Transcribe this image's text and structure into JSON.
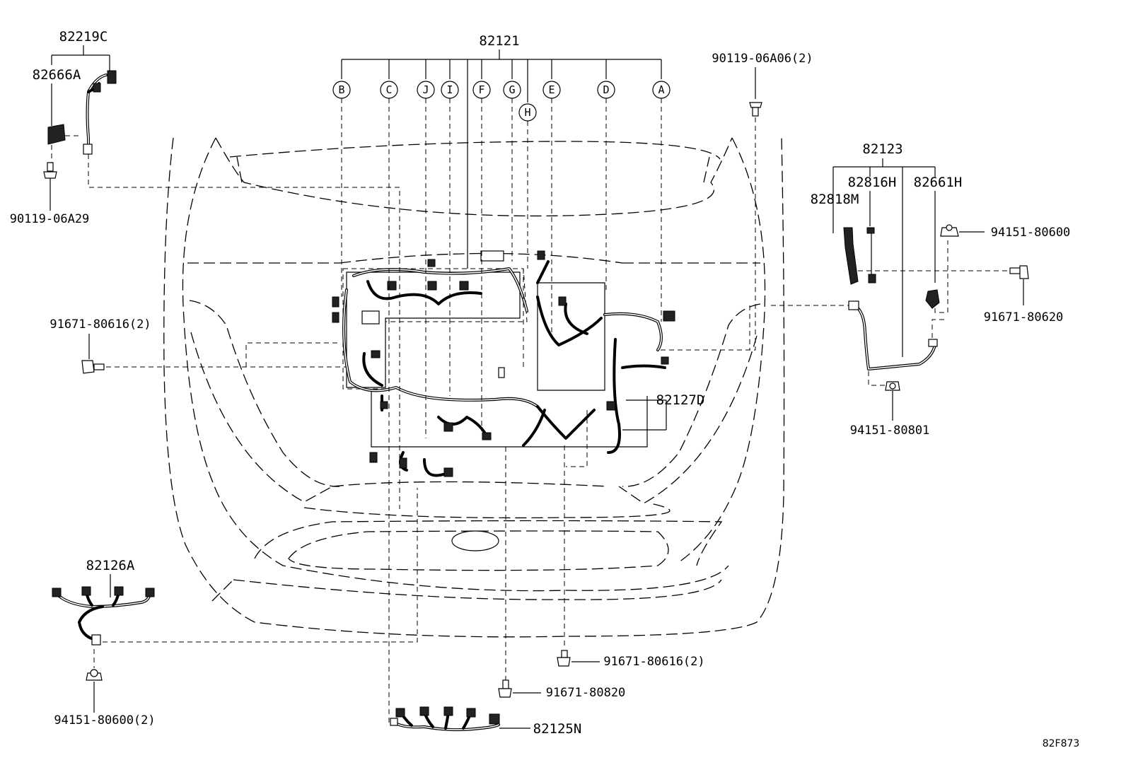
{
  "labels": {
    "p82219C": "82219C",
    "p82666A": "82666A",
    "p90119_06A29": "90119-06A29",
    "p82121": "82121",
    "p90119_06A06": "90119-06A06(2)",
    "p82123": "82123",
    "p82816H": "82816H",
    "p82661H": "82661H",
    "p82818M": "82818M",
    "p94151_80600": "94151-80600",
    "p91671_80620": "91671-80620",
    "p91671_80616_left": "91671-80616(2)",
    "p82127D": "82127D",
    "p94151_80801": "94151-80801",
    "p82126A": "82126A",
    "p94151_80600_2": "94151-80600(2)",
    "p91671_80616_bottom": "91671-80616(2)",
    "p91671_80820": "91671-80820",
    "p82125N": "82125N",
    "ref_code": "82F873"
  },
  "callouts": {
    "A": "A",
    "B": "B",
    "C": "C",
    "D": "D",
    "E": "E",
    "F": "F",
    "G": "G",
    "H": "H",
    "I": "I",
    "J": "J"
  }
}
